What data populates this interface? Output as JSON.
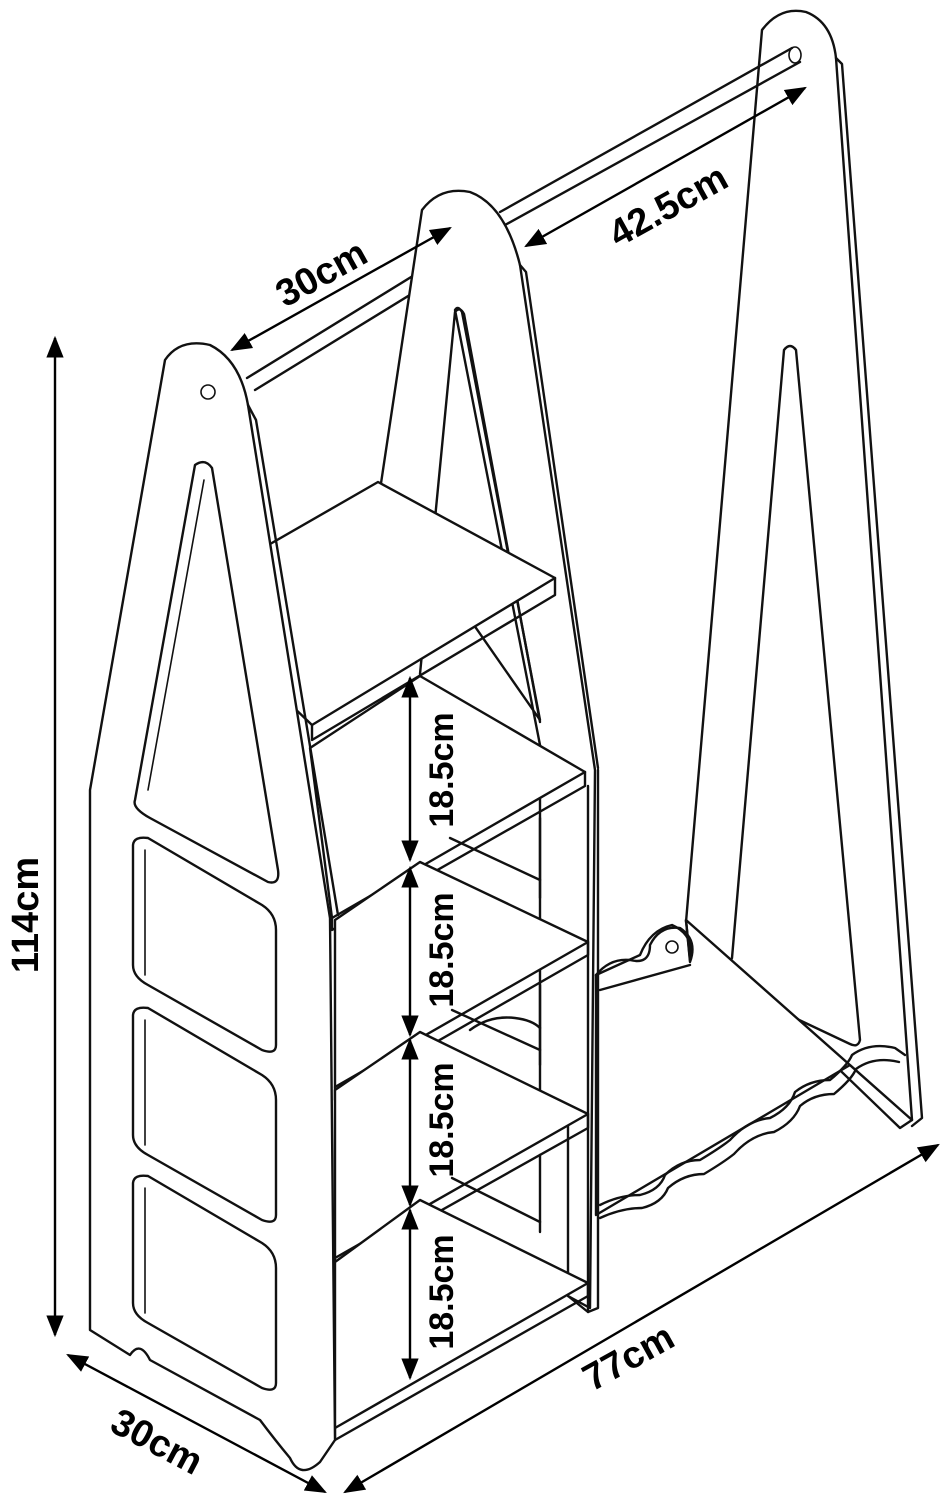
{
  "dimensions": {
    "rail_width": "42.5cm",
    "shelf_depth": "30cm",
    "total_height": "114cm",
    "base_depth": "30cm",
    "total_width": "77cm",
    "shelf_gaps": [
      "18.5cm",
      "18.5cm",
      "18.5cm",
      "18.5cm"
    ]
  }
}
